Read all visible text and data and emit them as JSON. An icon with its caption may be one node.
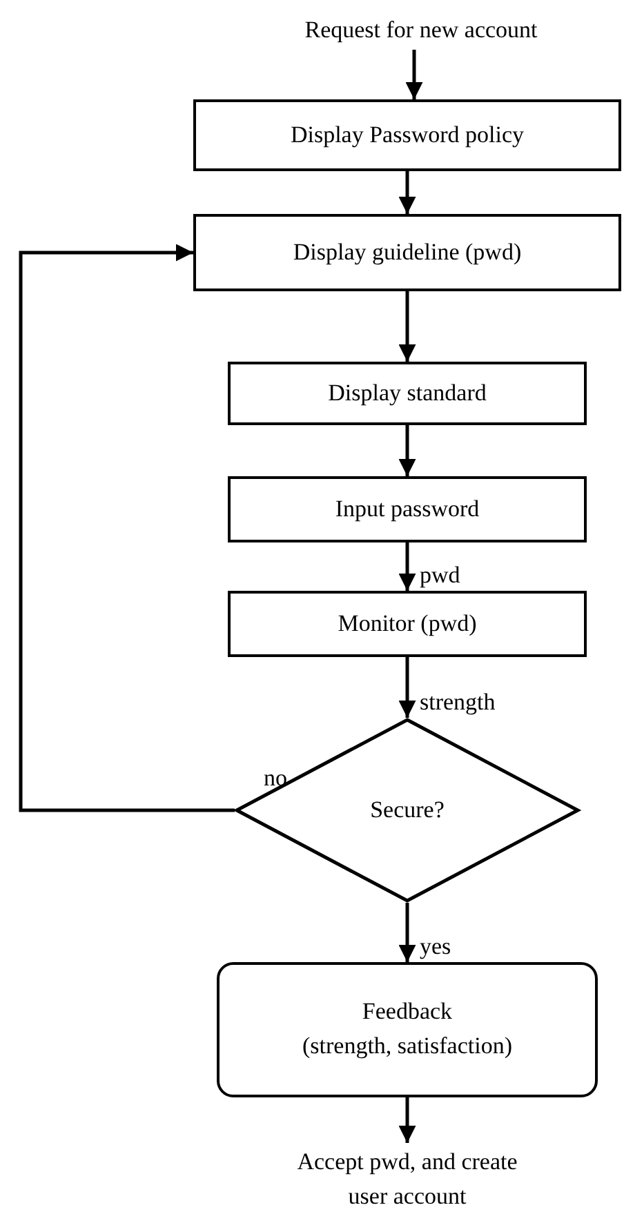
{
  "diagram": {
    "nodes": [
      {
        "text": [
          "Request for new account"
        ]
      },
      {
        "text": [
          "Display Password policy"
        ]
      },
      {
        "text": [
          "Display guideline (pwd)"
        ]
      },
      {
        "text": [
          "Display standard"
        ]
      },
      {
        "text": [
          "Input password"
        ]
      },
      {
        "text": [
          "Monitor (pwd)"
        ]
      },
      {
        "text": [
          "Secure?"
        ]
      },
      {
        "text": [
          "Feedback",
          "(strength, satisfaction)"
        ]
      },
      {
        "text": [
          "Accept pwd, and create user account"
        ]
      }
    ],
    "edges": [
      {
        "from": 0,
        "to": 1,
        "arrow": "to"
      },
      {
        "from": 1,
        "to": 2,
        "arrow": "to"
      },
      {
        "from": 2,
        "to": 3,
        "arrow": "to"
      },
      {
        "from": 3,
        "to": 4,
        "arrow": "to"
      },
      {
        "from": 4,
        "to": 5,
        "arrow": "to",
        "label": "pwd"
      },
      {
        "from": 5,
        "to": 6,
        "arrow": "to",
        "label": "strength"
      },
      {
        "from": 6,
        "to": 2,
        "arrow": "to",
        "label": "no"
      },
      {
        "from": 6,
        "to": 7,
        "arrow": "to",
        "label": "yes"
      },
      {
        "from": 7,
        "to": 8,
        "arrow": "to"
      }
    ]
  }
}
